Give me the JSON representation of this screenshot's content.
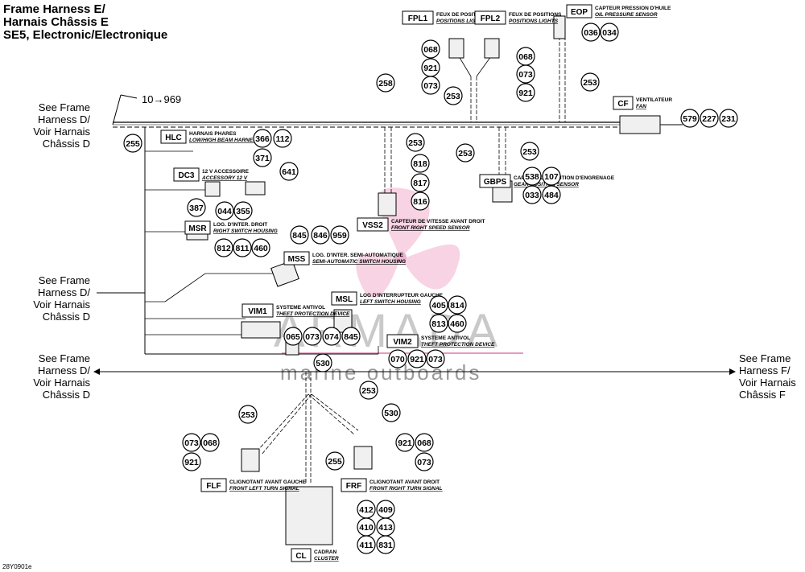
{
  "title": {
    "line1": "Frame Harness E/",
    "line2": "Harnais Châssis E",
    "line3": "SE5, Electronic/Electronique"
  },
  "refs": {
    "left_upper": [
      "See Frame",
      "Harness D/",
      "Voir Harnais",
      "Châssis D"
    ],
    "left_middle": [
      "See Frame",
      "Harness D/",
      "Voir Harnais",
      "Châssis D"
    ],
    "left_lower": [
      "See Frame",
      "Harness D/",
      "Voir Harnais",
      "Châssis D"
    ],
    "right": [
      "See Frame",
      "Harness F/",
      "Voir Harnais",
      "Châssis F"
    ]
  },
  "arrow_note": "10→969",
  "footer_code": "28Y0901e",
  "watermark": {
    "brand": "ARMADA",
    "tagline": "marine outboards",
    "accent_color": "#e07fb0"
  },
  "connectors": [
    {
      "code": "HLC",
      "fr": "HARNAIS PHARES",
      "en": "LOW/HIGH BEAM HARNESS"
    },
    {
      "code": "DC3",
      "fr": "12 V ACCESSOIRE",
      "en": "ACCESSORY 12 V"
    },
    {
      "code": "MSR",
      "fr": "LOG. D'INTER. DROIT",
      "en": "RIGHT SWITCH HOUSING"
    },
    {
      "code": "MSS",
      "fr": "LOG. D'INTER. SEMI-AUTOMATIQUE",
      "en": "SEMI-AUTOMATIC SWITCH HOUSING"
    },
    {
      "code": "VSS2",
      "fr": "CAPTEUR DE VITESSE AVANT DROIT",
      "en": "FRONT RIGHT SPEED SENSOR"
    },
    {
      "code": "GBPS",
      "fr": "CAPTEUR DE POSITION D'ENGRENAGE",
      "en": "GEAR POSITION SENSOR"
    },
    {
      "code": "FPL1",
      "fr": "FEUX DE POSITIONS",
      "en": "POSITIONS LIGHTS"
    },
    {
      "code": "FPL2",
      "fr": "FEUX DE POSITIONS",
      "en": "POSITIONS LIGHTS"
    },
    {
      "code": "EOP",
      "fr": "CAPTEUR PRESSION D'HUILE",
      "en": "OIL PRESSURE SENSOR"
    },
    {
      "code": "CF",
      "fr": "VENTILATEUR",
      "en": "FAN"
    },
    {
      "code": "VIM1",
      "fr": "SYSTEME ANTIVOL",
      "en": "THEFT PROTECTION DEVICE"
    },
    {
      "code": "MSL",
      "fr": "LOG D'INTERRUPTEUR GAUCHE",
      "en": "LEFT SWITCH HOUSING"
    },
    {
      "code": "VIM2",
      "fr": "SYSTEME ANTIVOL",
      "en": "THEFT PROTECTION DEVICE"
    },
    {
      "code": "FLF",
      "fr": "CLIGNOTANT AVANT GAUCHE",
      "en": "FRONT LEFT TURN SIGNAL"
    },
    {
      "code": "FRF",
      "fr": "CLIGNOTANT AVANT DROIT",
      "en": "FRONT RIGHT TURN SIGNAL"
    },
    {
      "code": "CL",
      "fr": "CADRAN",
      "en": "CLUSTER"
    }
  ],
  "callouts": [
    "255",
    "366",
    "112",
    "371",
    "641",
    "387",
    "044",
    "355",
    "845",
    "846",
    "959",
    "812",
    "811",
    "460",
    "253",
    "818",
    "817",
    "816",
    "258",
    "253",
    "253",
    "253",
    "068",
    "921",
    "073",
    "068",
    "073",
    "921",
    "036",
    "034",
    "253",
    "579",
    "227",
    "231",
    "538",
    "107",
    "033",
    "484",
    "405",
    "814",
    "813",
    "460",
    "065",
    "073",
    "074",
    "845",
    "070",
    "921",
    "073",
    "530",
    "253",
    "530",
    "253",
    "073",
    "068",
    "921",
    "921",
    "068",
    "073",
    "255",
    "412",
    "409",
    "410",
    "413",
    "411",
    "831"
  ]
}
